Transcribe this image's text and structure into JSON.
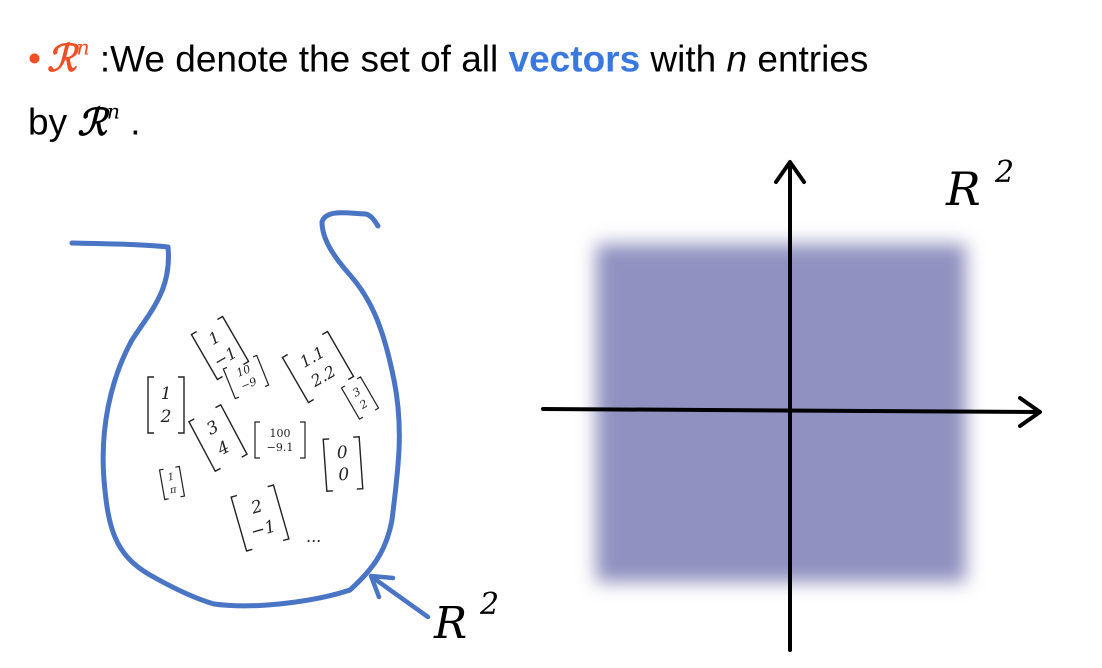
{
  "headline": {
    "bullet": "•",
    "symbol": "ℛ",
    "symbol_sup": "n",
    "text_before": " :We denote the set of all ",
    "highlight": "vectors",
    "text_middle": " with ",
    "n_italic": "n",
    "text_after": " entries",
    "line2_prefix": "by ",
    "line2_symbol": "ℛ",
    "line2_sup": "n",
    "line2_suffix": " ."
  },
  "bag": {
    "vectors": [
      [
        "1",
        "−1"
      ],
      [
        "10",
        "−9"
      ],
      [
        "1.1",
        "2.2"
      ],
      [
        "1",
        "2"
      ],
      [
        "3",
        "2"
      ],
      [
        "3",
        "4"
      ],
      [
        "100",
        "−9.1"
      ],
      [
        "0",
        "0"
      ],
      [
        "1",
        "π"
      ],
      [
        "2",
        "−1"
      ]
    ],
    "ellipsis": "...",
    "label_base": "R",
    "label_exp": "2"
  },
  "plane": {
    "label_base": "R",
    "label_exp": "2"
  },
  "colors": {
    "bullet": "#f04e23",
    "highlight": "#3a78e0",
    "bag_outline": "#4a74c4",
    "plane_fill": "#9091c0"
  }
}
